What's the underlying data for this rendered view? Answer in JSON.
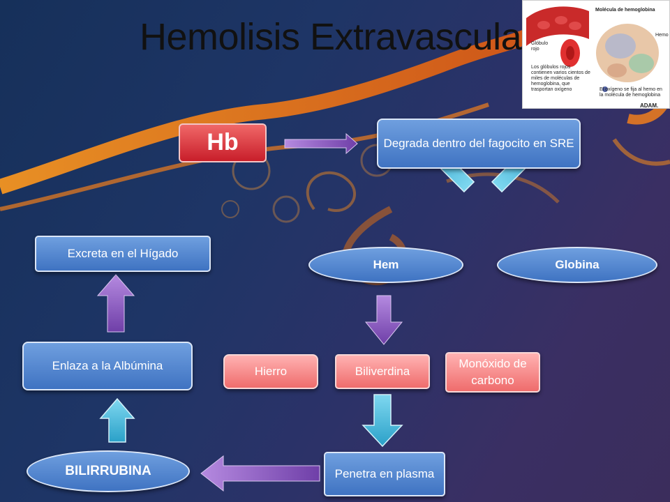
{
  "title": "Hemolisis Extravascular",
  "nodes": {
    "hb": "Hb",
    "degrada": "Degrada dentro del fagocito en SRE",
    "hem": "Hem",
    "globina": "Globina",
    "excreta": "Excreta en el Hígado",
    "enlaza": "Enlaza a la Albúmina",
    "hierro": "Hierro",
    "biliverdina": "Biliverdina",
    "monoxido": "Monóxido de carbono",
    "penetra": "Penetra en plasma",
    "bilirrubina": "BILIRRUBINA"
  },
  "inset": {
    "molecula": "Molécula de hemoglobina",
    "globulo": "Glóbulo rojo",
    "hemo": "Hemo",
    "texto1": "Los glóbulos rojos contienen varios cientos de miles de moléculas de hemoglobina, que trasportan oxígeno",
    "texto2": "El oxígeno se fija al hemo en la molécula de hemoglobina",
    "marca": "ADAM."
  },
  "colors": {
    "box_blue": "#4f82cc",
    "box_red": "#e85a5a",
    "arrow_purple": "#8a5cc0",
    "arrow_cyan": "#3ab3d6"
  }
}
